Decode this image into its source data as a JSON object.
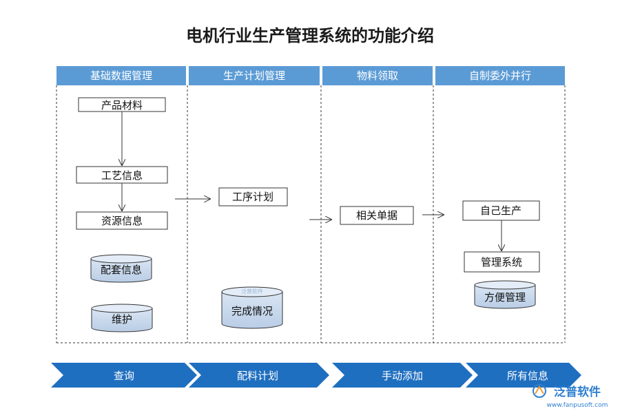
{
  "title": "电机行业生产管理系统的功能介绍",
  "columns": [
    {
      "header": "基础数据管理"
    },
    {
      "header": "生产计划管理"
    },
    {
      "header": "物料领取"
    },
    {
      "header": "自制委外并行"
    }
  ],
  "boxes": {
    "product_material": "产品材料",
    "process_info": "工艺信息",
    "resource_info": "资源信息",
    "procedure_plan": "工序计划",
    "related_docs": "相关单据",
    "self_production": "自己生产",
    "management_system": "管理系统"
  },
  "cylinders": {
    "supporting_info": "配套信息",
    "maintenance": "维护",
    "completion_status": "完成情况",
    "convenient_management": "方便管理"
  },
  "bottom_arrows": [
    "查询",
    "配料计划",
    "手动添加",
    "所有信息"
  ],
  "watermark": "泛普软件",
  "logo": {
    "name": "泛普软件",
    "url": "www.fanpusoft.com"
  },
  "colors": {
    "header_fill": "#5b9bd5",
    "arrow_fill": "#1f6fc0",
    "cylinder_fill": "#c7d7ea",
    "logo": "#2f7fd0"
  }
}
